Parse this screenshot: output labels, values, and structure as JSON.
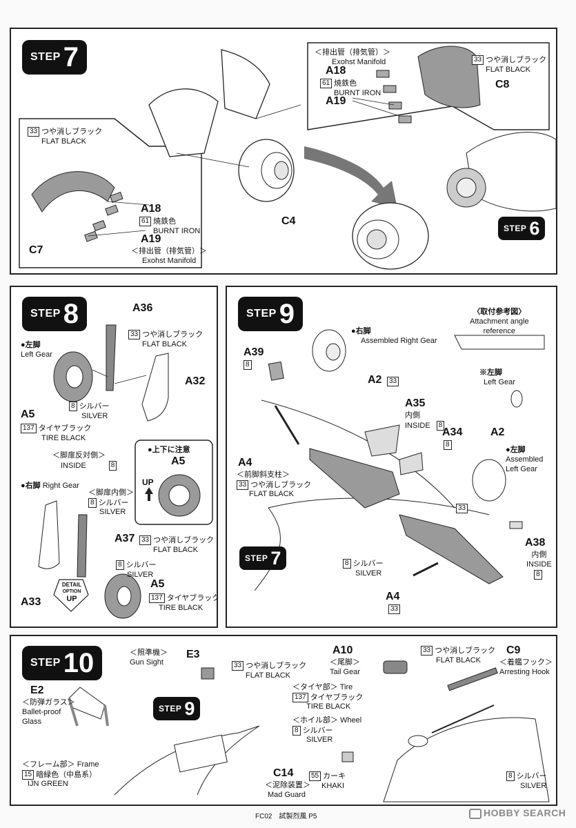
{
  "step7": {
    "badge": {
      "word": "STEP",
      "num": "7"
    },
    "ref_step6": {
      "word": "STEP",
      "num": "6"
    },
    "right_callout": {
      "manifold_jp": "＜排出管（排気管）＞",
      "manifold_en": "Exohst Manifold",
      "a18": "A18",
      "code61": "61",
      "burnt_jp": "焼鉄色",
      "burnt_en": "BURNT IRON",
      "a19": "A19",
      "code33": "33",
      "flat_jp": "つや消しブラック",
      "flat_en": "FLAT BLACK",
      "c8": "C8"
    },
    "left_callout": {
      "code33": "33",
      "flat_jp": "つや消しブラック",
      "flat_en": "FLAT BLACK",
      "a18": "A18",
      "code61": "61",
      "burnt_jp": "焼鉄色",
      "burnt_en": "BURNT IRON",
      "a19": "A19",
      "manifold_jp": "＜排出管（排気管）＞",
      "manifold_en": "Exohst Manifold",
      "c7": "C7"
    },
    "c4": "C4"
  },
  "step8": {
    "badge": {
      "word": "STEP",
      "num": "8"
    },
    "a36": "A36",
    "a36_code": "33",
    "a36_jp": "つや消しブラック",
    "a36_en": "FLAT BLACK",
    "left_gear_jp": "●左脚",
    "left_gear_en": "Left Gear",
    "silver_code": "8",
    "silver_jp": "シルバー",
    "silver_en": "SILVER",
    "a32": "A32",
    "a5": "A5",
    "tire_code": "137",
    "tire_jp": "タイヤブラック",
    "tire_en": "TIRE BLACK",
    "inside_jp": "＜脚扉反対側＞",
    "inside_en": "INSIDE",
    "inside_code": "8",
    "updown_title": "●上下に注意",
    "updown_part": "A5",
    "up_label": "UP",
    "right_gear_jp": "●右脚",
    "right_gear_en": "Right Gear",
    "door_inside_jp": "＜脚扉内側＞",
    "door_inside_code": "8",
    "door_silver_jp": "シルバー",
    "door_silver_en": "SILVER",
    "a37": "A37",
    "a37_code": "33",
    "a37_jp": "つや消しブラック",
    "a37_en": "FLAT BLACK",
    "a37_silver_code": "8",
    "a37_silver_jp": "シルバー",
    "a37_silver_en": "SILVER",
    "a5b": "A5",
    "a5b_code": "137",
    "a5b_jp": "タイヤブラック",
    "a5b_en": "TIRE BLACK",
    "a33": "A33",
    "detail_top": "DETAIL",
    "detail_mid": "OPTION",
    "detail_bot": "UP"
  },
  "step9": {
    "badge": {
      "word": "STEP",
      "num": "9"
    },
    "ref_step7": {
      "word": "STEP",
      "num": "7"
    },
    "right_gear_jp": "●右脚",
    "right_gear_en": "Assembled Right Gear",
    "attach_jp": "〈取付参考図〉",
    "attach_en1": "Attachment angle",
    "attach_en2": "reference",
    "left_gear_note_jp": "※左脚",
    "left_gear_note_en": "Left Gear",
    "a39": "A39",
    "a39_code": "8",
    "a2": "A2",
    "a2_code": "33",
    "a35": "A35",
    "a35_jp": "内側",
    "a35_en": "INSIDE",
    "a35_code": "8",
    "a34": "A34",
    "a34_code": "8",
    "a2b": "A2",
    "left_gear_jp": "●左脚",
    "left_gear_en1": "Assembled",
    "left_gear_en2": "Left Gear",
    "a4": "A4",
    "a4_jp": "＜前脚斜支柱＞",
    "a4_code": "33",
    "a4_flat_jp": "つや消しブラック",
    "a4_flat_en": "FLAT BLACK",
    "code33_small": "33",
    "a38": "A38",
    "a38_jp": "内側",
    "a38_en": "INSIDE",
    "a38_code": "8",
    "silver_code": "8",
    "silver_jp": "シルバー",
    "silver_en": "SILVER",
    "a4b": "A4",
    "a4b_code": "33"
  },
  "step10": {
    "badge": {
      "word": "STEP",
      "num": "10"
    },
    "ref_step9": {
      "word": "STEP",
      "num": "9"
    },
    "gunsight_jp": "＜照準機＞",
    "gunsight_en": "Gun Sight",
    "e3": "E3",
    "e3_code": "33",
    "e3_jp": "つや消しブラック",
    "e3_en": "FLAT BLACK",
    "e2": "E2",
    "e2_jp": "＜防弾ガラス＞",
    "e2_en1": "Ballet-proof",
    "e2_en2": "Glass",
    "frame_jp": "＜フレーム部＞",
    "frame_en": "Frame",
    "frame_code": "15",
    "frame_color_jp": "暗緑色（中島系）",
    "frame_color_en": "IJN GREEN",
    "a10": "A10",
    "a10_jp": "＜尾脚＞",
    "a10_en": "Tail Gear",
    "a10_code": "33",
    "a10_flat_jp": "つや消しブラック",
    "a10_flat_en": "FLAT BLACK",
    "c9": "C9",
    "c9_jp": "＜着艦フック＞",
    "c9_en": "Arresting Hook",
    "tire_jp": "＜タイヤ部＞",
    "tire_en": "Tire",
    "tire_code": "137",
    "tire_color_jp": "タイヤブラック",
    "tire_color_en": "TIRE BLACK",
    "wheel_jp": "＜ホイル部＞",
    "wheel_en": "Wheel",
    "wheel_code": "8",
    "wheel_color_jp": "シルバー",
    "wheel_color_en": "SILVER",
    "c14": "C14",
    "c14_code": "55",
    "c14_color_jp": "カーキ",
    "c14_color_en": "KHAKI",
    "c14_jp": "＜泥除装置＞",
    "c14_en": "Mad Guard",
    "silver_code": "8",
    "silver_jp": "シルバー",
    "silver_en": "SILVER"
  },
  "footer": {
    "text": "FC02　試製烈風 P5",
    "brand": "HOBBY SEARCH"
  }
}
